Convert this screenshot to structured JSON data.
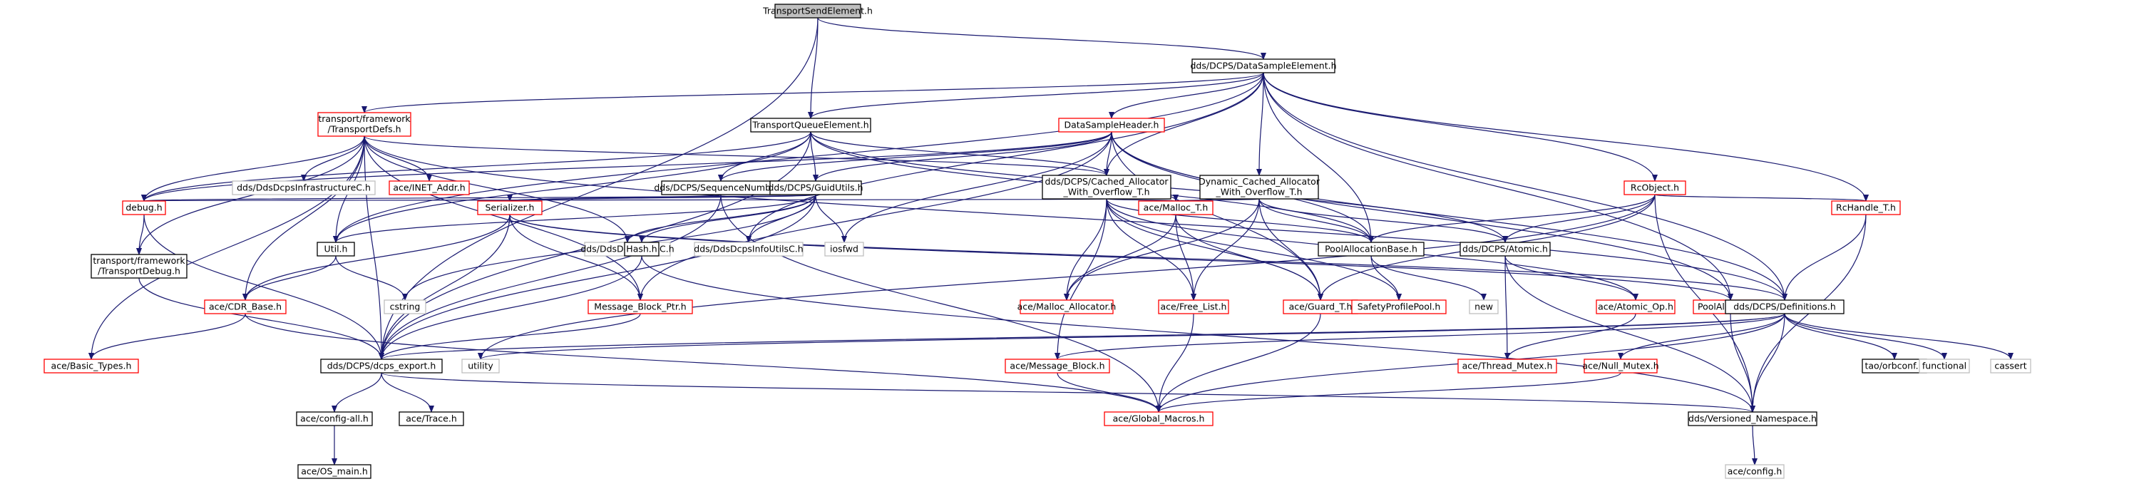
{
  "title": "TransportSendElement.h",
  "colors": {
    "root_fill": "#bfbfbf",
    "root_border": "#000000",
    "documented_border": "#000000",
    "undocumented_border": "#ff0000",
    "external_border": "#bfbfbf",
    "external_text": "#404040",
    "edge": "#191970"
  },
  "nodes": [
    {
      "id": "tse",
      "lines": [
        "TransportSendElement.h"
      ],
      "kind": "root"
    },
    {
      "id": "dse",
      "lines": [
        "dds/DCPS/DataSampleElement.h"
      ],
      "kind": "doc"
    },
    {
      "id": "tdefs",
      "lines": [
        "transport/framework",
        "/TransportDefs.h"
      ],
      "kind": "undoc"
    },
    {
      "id": "tqe",
      "lines": [
        "TransportQueueElement.h"
      ],
      "kind": "doc"
    },
    {
      "id": "dsh",
      "lines": [
        "DataSampleHeader.h"
      ],
      "kind": "undoc"
    },
    {
      "id": "infra",
      "lines": [
        "dds/DdsDcpsInfrastructureC.h"
      ],
      "kind": "ext"
    },
    {
      "id": "inet",
      "lines": [
        "ace/INET_Addr.h"
      ],
      "kind": "undoc"
    },
    {
      "id": "seqnum",
      "lines": [
        "dds/DCPS/SequenceNumber.h"
      ],
      "kind": "doc"
    },
    {
      "id": "guid",
      "lines": [
        "dds/DCPS/GuidUtils.h"
      ],
      "kind": "doc"
    },
    {
      "id": "cao",
      "lines": [
        "dds/DCPS/Cached_Allocator",
        "_With_Overflow_T.h"
      ],
      "kind": "doc"
    },
    {
      "id": "dcao",
      "lines": [
        "Dynamic_Cached_Allocator",
        "_With_Overflow_T.h"
      ],
      "kind": "doc"
    },
    {
      "id": "rcobj",
      "lines": [
        "RcObject.h"
      ],
      "kind": "undoc"
    },
    {
      "id": "debug",
      "lines": [
        "debug.h"
      ],
      "kind": "undoc"
    },
    {
      "id": "util",
      "lines": [
        "Util.h"
      ],
      "kind": "doc"
    },
    {
      "id": "ser",
      "lines": [
        "Serializer.h"
      ],
      "kind": "undoc"
    },
    {
      "id": "guidc",
      "lines": [
        "dds/DdsDcpsGuidC.h"
      ],
      "kind": "ext"
    },
    {
      "id": "infoutils",
      "lines": [
        "dds/DdsDcpsInfoUtilsC.h"
      ],
      "kind": "ext"
    },
    {
      "id": "iosfwd",
      "lines": [
        "iosfwd"
      ],
      "kind": "ext"
    },
    {
      "id": "mallocT",
      "lines": [
        "ace/Malloc_T.h"
      ],
      "kind": "undoc"
    },
    {
      "id": "pab",
      "lines": [
        "PoolAllocationBase.h"
      ],
      "kind": "doc"
    },
    {
      "id": "atomic",
      "lines": [
        "dds/DCPS/Atomic.h"
      ],
      "kind": "doc"
    },
    {
      "id": "rch",
      "lines": [
        "RcHandle_T.h"
      ],
      "kind": "undoc"
    },
    {
      "id": "tdebug",
      "lines": [
        "transport/framework",
        "/TransportDebug.h"
      ],
      "kind": "doc"
    },
    {
      "id": "cdr",
      "lines": [
        "ace/CDR_Base.h"
      ],
      "kind": "undoc"
    },
    {
      "id": "cstring",
      "lines": [
        "cstring"
      ],
      "kind": "ext"
    },
    {
      "id": "mbp",
      "lines": [
        "Message_Block_Ptr.h"
      ],
      "kind": "undoc"
    },
    {
      "id": "hash",
      "lines": [
        "Hash.h"
      ],
      "kind": "doc"
    },
    {
      "id": "malloca",
      "lines": [
        "ace/Malloc_Allocator.h"
      ],
      "kind": "undoc"
    },
    {
      "id": "freelist",
      "lines": [
        "ace/Free_List.h"
      ],
      "kind": "undoc"
    },
    {
      "id": "guard",
      "lines": [
        "ace/Guard_T.h"
      ],
      "kind": "undoc"
    },
    {
      "id": "spp",
      "lines": [
        "SafetyProfilePool.h"
      ],
      "kind": "undoc"
    },
    {
      "id": "new",
      "lines": [
        "new"
      ],
      "kind": "ext"
    },
    {
      "id": "atomicop",
      "lines": [
        "ace/Atomic_Op.h"
      ],
      "kind": "undoc"
    },
    {
      "id": "palloc",
      "lines": [
        "PoolAllocator.h"
      ],
      "kind": "undoc"
    },
    {
      "id": "defs",
      "lines": [
        "dds/DCPS/Definitions.h"
      ],
      "kind": "doc"
    },
    {
      "id": "basic",
      "lines": [
        "ace/Basic_Types.h"
      ],
      "kind": "undoc"
    },
    {
      "id": "export",
      "lines": [
        "dds/DCPS/dcps_export.h"
      ],
      "kind": "doc"
    },
    {
      "id": "utility",
      "lines": [
        "utility"
      ],
      "kind": "ext"
    },
    {
      "id": "msgblk",
      "lines": [
        "ace/Message_Block.h"
      ],
      "kind": "undoc"
    },
    {
      "id": "tmutex",
      "lines": [
        "ace/Thread_Mutex.h"
      ],
      "kind": "undoc"
    },
    {
      "id": "nmutex",
      "lines": [
        "ace/Null_Mutex.h"
      ],
      "kind": "undoc"
    },
    {
      "id": "orbconf",
      "lines": [
        "tao/orbconf.h"
      ],
      "kind": "doc"
    },
    {
      "id": "functional",
      "lines": [
        "functional"
      ],
      "kind": "ext"
    },
    {
      "id": "cassert",
      "lines": [
        "cassert"
      ],
      "kind": "ext"
    },
    {
      "id": "configall",
      "lines": [
        "ace/config-all.h"
      ],
      "kind": "doc"
    },
    {
      "id": "trace",
      "lines": [
        "ace/Trace.h"
      ],
      "kind": "doc"
    },
    {
      "id": "gmacros",
      "lines": [
        "ace/Global_Macros.h"
      ],
      "kind": "undoc"
    },
    {
      "id": "vns",
      "lines": [
        "dds/Versioned_Namespace.h"
      ],
      "kind": "doc"
    },
    {
      "id": "osmain",
      "lines": [
        "ace/OS_main.h"
      ],
      "kind": "doc"
    },
    {
      "id": "aceconfig",
      "lines": [
        "ace/config.h"
      ],
      "kind": "ext"
    }
  ],
  "edges": [
    [
      "tse",
      "dse"
    ],
    [
      "tse",
      "tqe"
    ],
    [
      "tse",
      "export"
    ],
    [
      "dse",
      "tdefs"
    ],
    [
      "dse",
      "dsh"
    ],
    [
      "dse",
      "dcao"
    ],
    [
      "dse",
      "rcobj"
    ],
    [
      "dse",
      "rch"
    ],
    [
      "dse",
      "defs"
    ],
    [
      "dse",
      "pab"
    ],
    [
      "dse",
      "cao"
    ],
    [
      "dse",
      "infoutils"
    ],
    [
      "dse",
      "tqe"
    ],
    [
      "dse",
      "palloc"
    ],
    [
      "dse",
      "util"
    ],
    [
      "tdefs",
      "infra"
    ],
    [
      "tdefs",
      "inet"
    ],
    [
      "tdefs",
      "debug"
    ],
    [
      "tdefs",
      "tdebug"
    ],
    [
      "tdefs",
      "cdr"
    ],
    [
      "tdefs",
      "basic"
    ],
    [
      "tdefs",
      "util"
    ],
    [
      "tdefs",
      "defs"
    ],
    [
      "tdefs",
      "guidc"
    ],
    [
      "tdefs",
      "mbp"
    ],
    [
      "tdefs",
      "cao"
    ],
    [
      "tdefs",
      "export"
    ],
    [
      "tqe",
      "seqnum"
    ],
    [
      "tqe",
      "guid"
    ],
    [
      "tqe",
      "cao"
    ],
    [
      "tqe",
      "pab"
    ],
    [
      "tqe",
      "atomic"
    ],
    [
      "tqe",
      "debug"
    ],
    [
      "tqe",
      "util"
    ],
    [
      "tqe",
      "export"
    ],
    [
      "dsh",
      "seqnum"
    ],
    [
      "dsh",
      "guid"
    ],
    [
      "dsh",
      "cao"
    ],
    [
      "dsh",
      "pab"
    ],
    [
      "dsh",
      "defs"
    ],
    [
      "dsh",
      "iosfwd"
    ],
    [
      "dsh",
      "guard"
    ],
    [
      "dsh",
      "mbp"
    ],
    [
      "dsh",
      "debug"
    ],
    [
      "dsh",
      "palloc"
    ],
    [
      "seqnum",
      "ser"
    ],
    [
      "seqnum",
      "gmacros"
    ],
    [
      "seqnum",
      "export"
    ],
    [
      "guid",
      "util"
    ],
    [
      "guid",
      "ser"
    ],
    [
      "guid",
      "hash"
    ],
    [
      "guid",
      "guidc"
    ],
    [
      "guid",
      "infoutils"
    ],
    [
      "guid",
      "iosfwd"
    ],
    [
      "guid",
      "cstring"
    ],
    [
      "guid",
      "debug"
    ],
    [
      "guid",
      "export"
    ],
    [
      "cao",
      "mallocT"
    ],
    [
      "cao",
      "malloca"
    ],
    [
      "cao",
      "freelist"
    ],
    [
      "cao",
      "guard"
    ],
    [
      "cao",
      "spp"
    ],
    [
      "cao",
      "atomicop"
    ],
    [
      "cao",
      "pab"
    ],
    [
      "cao",
      "msgblk"
    ],
    [
      "cao",
      "debug"
    ],
    [
      "dcao",
      "mallocT"
    ],
    [
      "dcao",
      "malloca"
    ],
    [
      "dcao",
      "freelist"
    ],
    [
      "dcao",
      "guard"
    ],
    [
      "dcao",
      "pab"
    ],
    [
      "dcao",
      "atomic"
    ],
    [
      "rcobj",
      "pab"
    ],
    [
      "rcobj",
      "atomic"
    ],
    [
      "rcobj",
      "rch"
    ],
    [
      "rcobj",
      "guard"
    ],
    [
      "rcobj",
      "vns"
    ],
    [
      "rcobj",
      "utility"
    ],
    [
      "debug",
      "tdebug"
    ],
    [
      "debug",
      "export"
    ],
    [
      "util",
      "cdr"
    ],
    [
      "util",
      "cstring"
    ],
    [
      "ser",
      "cdr"
    ],
    [
      "ser",
      "mbp"
    ],
    [
      "ser",
      "palloc"
    ],
    [
      "ser",
      "defs"
    ],
    [
      "ser",
      "export"
    ],
    [
      "mallocT",
      "malloca"
    ],
    [
      "mallocT",
      "freelist"
    ],
    [
      "mallocT",
      "guard"
    ],
    [
      "pab",
      "spp"
    ],
    [
      "pab",
      "new"
    ],
    [
      "atomic",
      "atomicop"
    ],
    [
      "atomic",
      "vns"
    ],
    [
      "atomic",
      "tmutex"
    ],
    [
      "rch",
      "defs"
    ],
    [
      "rch",
      "vns"
    ],
    [
      "tdebug",
      "export"
    ],
    [
      "cdr",
      "basic"
    ],
    [
      "cdr",
      "gmacros"
    ],
    [
      "mbp",
      "export"
    ],
    [
      "hash",
      "export"
    ],
    [
      "hash",
      "vns"
    ],
    [
      "freelist",
      "gmacros"
    ],
    [
      "guard",
      "gmacros"
    ],
    [
      "atomicop",
      "tmutex"
    ],
    [
      "palloc",
      "vns"
    ],
    [
      "defs",
      "export"
    ],
    [
      "defs",
      "msgblk"
    ],
    [
      "defs",
      "utility"
    ],
    [
      "defs",
      "nmutex"
    ],
    [
      "defs",
      "orbconf"
    ],
    [
      "defs",
      "functional"
    ],
    [
      "defs",
      "cassert"
    ],
    [
      "defs",
      "vns"
    ],
    [
      "defs",
      "gmacros"
    ],
    [
      "export",
      "configall"
    ],
    [
      "export",
      "trace"
    ],
    [
      "export",
      "vns"
    ],
    [
      "msgblk",
      "gmacros"
    ],
    [
      "nmutex",
      "gmacros"
    ],
    [
      "configall",
      "osmain"
    ],
    [
      "vns",
      "aceconfig"
    ]
  ]
}
